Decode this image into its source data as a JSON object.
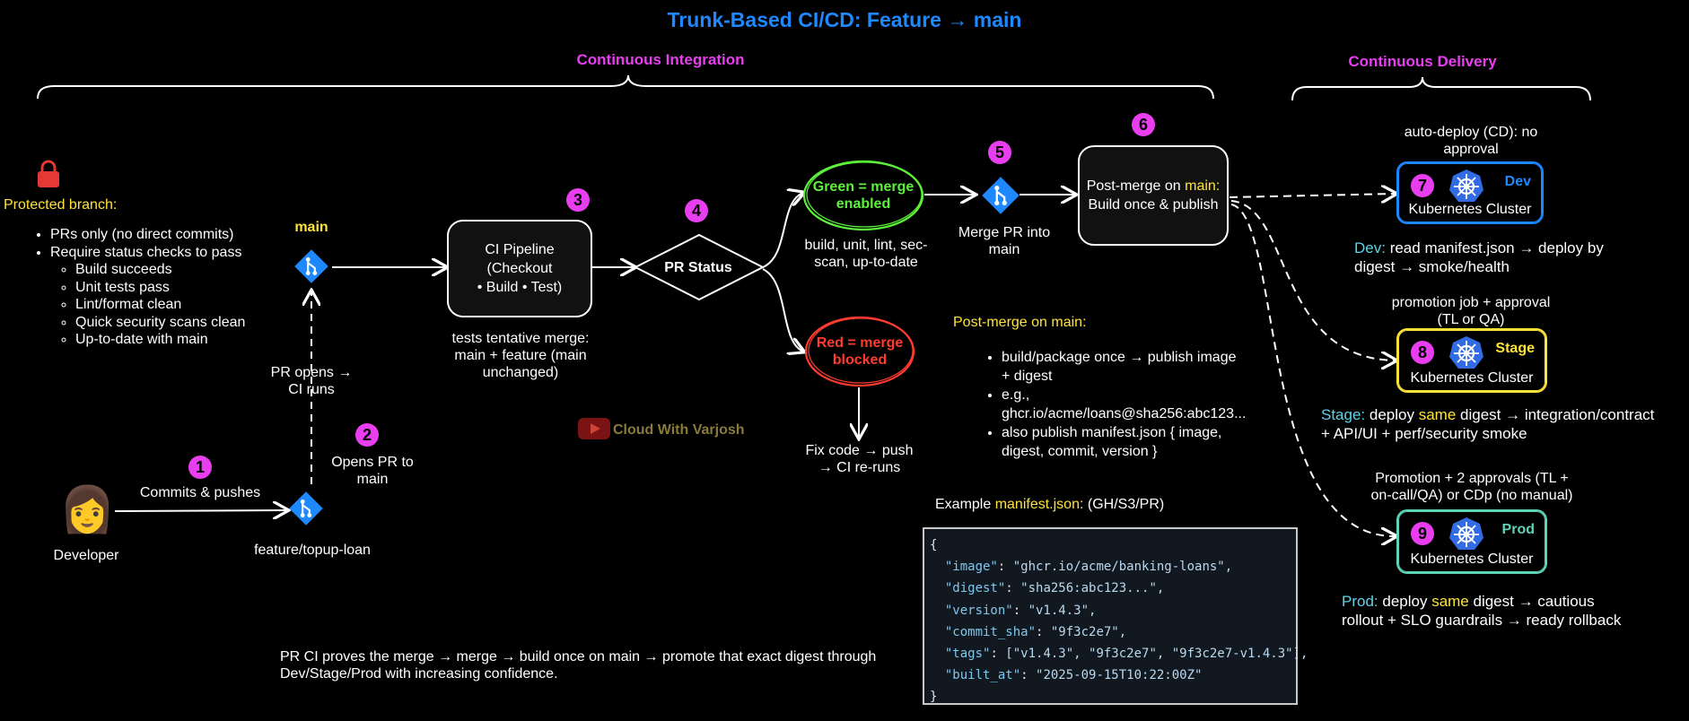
{
  "title": "Trunk-Based CI/CD: Feature → main",
  "sections": {
    "ci": "Continuous Integration",
    "cd": "Continuous Delivery"
  },
  "protected": {
    "icon": "lock-icon",
    "title": "Protected branch:",
    "items": [
      "PRs only (no direct commits)",
      "Require status checks to pass"
    ],
    "subitems": [
      "Build succeeds",
      "Unit tests pass",
      "Lint/format clean",
      "Quick security scans clean",
      "Up-to-date with main"
    ]
  },
  "developer": {
    "icon": "developer-avatar-icon",
    "label": "Developer",
    "glyph": "👩"
  },
  "steps": {
    "s1": {
      "num": "1",
      "label": "Commits & pushes"
    },
    "s2": {
      "num": "2",
      "label1": "Opens PR to",
      "label2": "main"
    },
    "s3": {
      "num": "3",
      "box1": "CI Pipeline (Checkout",
      "box2": "• Build • Test)",
      "note1": "tests tentative merge:",
      "note2": "main + feature (main",
      "note3": "unchanged)"
    },
    "s4": {
      "num": "4",
      "label": "PR Status"
    },
    "s5": {
      "num": "5",
      "label1": "Merge PR into",
      "label2": "main"
    },
    "s6": {
      "num": "6",
      "box1a": "Post-merge on ",
      "box1b": "main:",
      "box2": "Build once & publish"
    }
  },
  "branches": {
    "main": "main",
    "feature": "feature/topup-loan",
    "pr_opens1": "PR opens →",
    "pr_opens2": "CI runs"
  },
  "green": {
    "line1": "Green = merge",
    "line2": "enabled",
    "note1": "build, unit, lint, sec-",
    "note2": "scan, up-to-date"
  },
  "red": {
    "line1": "Red = merge",
    "line2": "blocked",
    "note1": "Fix code → push",
    "note2": "→ CI re-runs"
  },
  "watermark": "Cloud With Varjosh",
  "postmerge": {
    "title": "Post-merge on main:",
    "items": [
      [
        "build/package once  →  publish image",
        "+ digest"
      ],
      [
        "e.g.,",
        "ghcr.io/acme/loans@sha256:abc123..."
      ],
      [
        "also publish manifest.json { image,",
        "digest, commit, version }"
      ]
    ]
  },
  "manifest": {
    "caption_pre": "Example ",
    "caption_file": "manifest.json:",
    "caption_post": " (GH/S3/PR)",
    "open": "{",
    "close": "}",
    "lines": [
      {
        "key": "\"image\"",
        "val": "\"ghcr.io/acme/banking-loans\","
      },
      {
        "key": "\"digest\"",
        "val": "\"sha256:abc123...\","
      },
      {
        "key": "\"version\"",
        "val": "\"v1.4.3\","
      },
      {
        "key": "\"commit_sha\"",
        "val": "\"9f3c2e7\","
      },
      {
        "key": "\"tags\"",
        "val": "[\"v1.4.3\", \"9f3c2e7\", \"9f3c2e7-v1.4.3\"],"
      },
      {
        "key": "\"built_at\"",
        "val": "\"2025-09-15T10:22:00Z\""
      }
    ]
  },
  "footer": {
    "line1": "PR CI proves the merge → merge → build once on main → promote that exact digest through",
    "line2": "Dev/Stage/Prod with increasing confidence."
  },
  "envs": {
    "dev": {
      "num": "7",
      "env": "Dev",
      "cluster": "Kubernetes Cluster",
      "color": "#1e88ff",
      "above1": "auto-deploy (CD): no",
      "above2": "approval",
      "desc_env": "Dev:",
      "desc1": " read manifest.json → deploy by",
      "desc2": "digest → smoke/health"
    },
    "stage": {
      "num": "8",
      "env": "Stage",
      "cluster": "Kubernetes Cluster",
      "color": "#ffe23a",
      "above1": "promotion job + approval",
      "above2": "(TL or QA)",
      "desc_env": "Stage:",
      "desc_a": " deploy ",
      "desc_same": "same",
      "desc_b": " digest → integration/contract",
      "desc2": "+ API/UI + perf/security smoke"
    },
    "prod": {
      "num": "9",
      "env": "Prod",
      "cluster": "Kubernetes Cluster",
      "color": "#5fd3b8",
      "above1": "Promotion + 2 approvals (TL +",
      "above2": "on-call/QA) or CDp (no manual)",
      "desc_env": "Prod:",
      "desc_a": " deploy ",
      "desc_same": "same",
      "desc_b": " digest → cautious",
      "desc2": "rollout + SLO guardrails → ready rollback"
    }
  },
  "colors": {
    "accent_blue": "#1e88ff",
    "magenta": "#e83ef0",
    "yellow": "#ffe23a",
    "green": "#5cf23a",
    "red": "#ff3b30",
    "teal": "#5fd3b8"
  }
}
